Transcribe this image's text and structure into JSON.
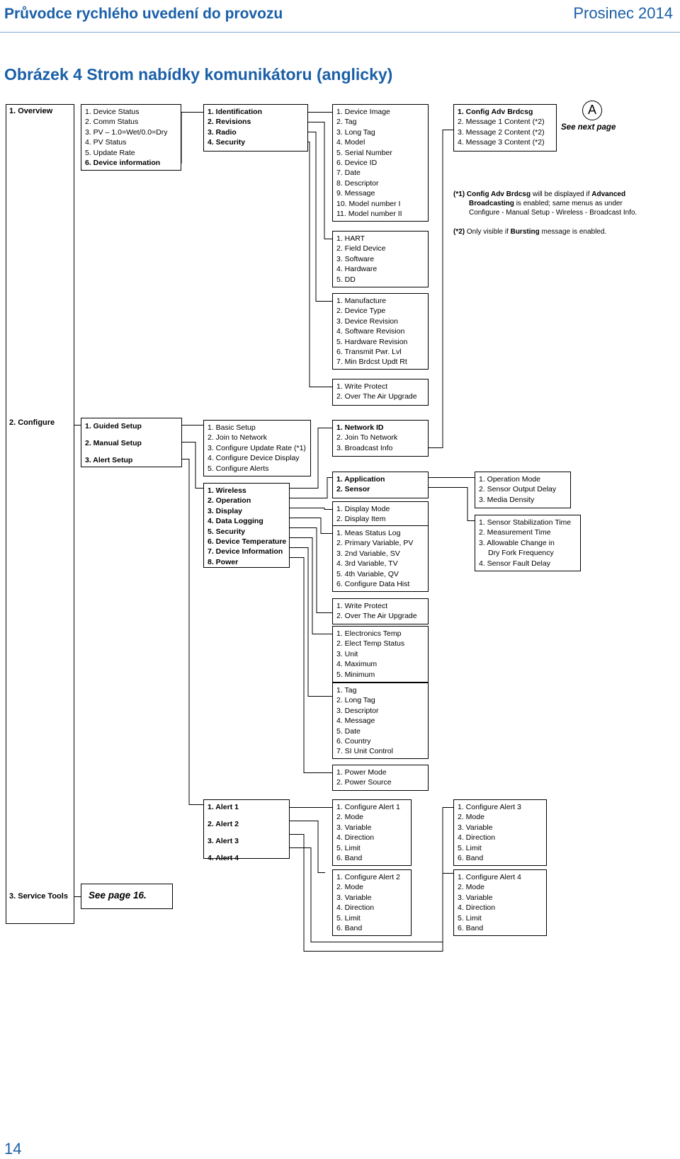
{
  "header": {
    "title": "Průvodce rychlého uvedení do provozu",
    "date": "Prosinec 2014"
  },
  "figure_title": "Obrázek 4 Strom nabídky komunikátoru (anglicky)",
  "page_number": "14",
  "overview": {
    "label": "1. Overview",
    "menu": [
      "1. Device Status",
      "2. Comm Status",
      "3. PV – 1.0=Wet/0.0=Dry",
      "4. PV Status",
      "5. Update Rate",
      "6. Device information"
    ],
    "device_info_menu": [
      "1. Identification",
      "2. Revisions",
      "3. Radio",
      "4. Security"
    ],
    "identification": [
      "1. Device Image",
      "2. Tag",
      "3. Long Tag",
      "4. Model",
      "5. Serial Number",
      "6. Device ID",
      "7. Date",
      "8. Descriptor",
      "9. Message",
      "10. Model number I",
      "11. Model number II"
    ],
    "revisions": [
      "1. HART",
      "2. Field Device",
      "3. Software",
      "4. Hardware",
      "5. DD"
    ],
    "radio": [
      "1. Manufacture",
      "2. Device Type",
      "3. Device Revision",
      "4. Software Revision",
      "5. Hardware Revision",
      "6. Transmit Pwr. Lvl",
      "7. Min Brdcst Updt Rt"
    ],
    "security": [
      "1. Write Protect",
      "2. Over The Air Upgrade"
    ]
  },
  "broadcast": {
    "menu": [
      "1. Config Adv Brdcsg",
      "2. Message 1 Content (*2)",
      "3. Message 2 Content (*2)",
      "4. Message 3 Content (*2)"
    ],
    "marker": "A",
    "see_next": "See next page"
  },
  "notes": {
    "n1_prefix": "(*1)",
    "n1_bold1": "Config Adv Brdcsg",
    "n1_text1": "will be displayed if",
    "n1_bold2": "Advanced",
    "n1_line2_bold": "Broadcasting",
    "n1_line2_text": "is enabled; same menus as under",
    "n1_line3": "Configure - Manual Setup - Wireless - Broadcast Info.",
    "n2_prefix": "(*2)",
    "n2_text1": "Only visible if",
    "n2_bold": "Bursting",
    "n2_text2": "message is enabled."
  },
  "configure": {
    "label": "2. Configure",
    "menu": [
      "1. Guided Setup",
      "2. Manual Setup",
      "3. Alert Setup"
    ],
    "guided": [
      "1. Basic Setup",
      "2. Join to Network",
      "3. Configure Update Rate (*1)",
      "4. Configure Device Display",
      "5. Configure Alerts"
    ],
    "manual": [
      "1. Wireless",
      "2. Operation",
      "3. Display",
      "4. Data Logging",
      "5. Security",
      "6. Device Temperature",
      "7. Device Information",
      "8. Power"
    ],
    "wireless": [
      "1. Network ID",
      "2. Join To Network",
      "3. Broadcast Info"
    ],
    "operation": [
      "1. Application",
      "2. Sensor"
    ],
    "application": [
      "1. Operation Mode",
      "2. Sensor Output Delay",
      "3. Media Density"
    ],
    "sensor": [
      "1. Sensor Stabilization Time",
      "2. Measurement Time",
      "3. Allowable Change in",
      "Dry Fork Frequency",
      "4. Sensor Fault Delay"
    ],
    "display": [
      "1. Display Mode",
      "2. Display Item"
    ],
    "data_logging": [
      "1. Meas Status Log",
      "2. Primary Variable, PV",
      "3. 2nd Variable, SV",
      "4. 3rd Variable, TV",
      "5. 4th Variable, QV",
      "6. Configure Data Hist"
    ],
    "security": [
      "1. Write Protect",
      "2. Over The Air Upgrade"
    ],
    "device_temperature": [
      "1. Electronics Temp",
      "2. Elect Temp Status",
      "3. Unit",
      "4. Maximum",
      "5. Minimum"
    ],
    "device_information": [
      "1. Tag",
      "2. Long Tag",
      "3. Descriptor",
      "4. Message",
      "5. Date",
      "6. Country",
      "7. SI Unit Control"
    ],
    "power": [
      "1. Power Mode",
      "2. Power Source"
    ],
    "alerts": [
      "1. Alert 1",
      "2. Alert 2",
      "3. Alert 3",
      "4. Alert 4"
    ],
    "alert1": [
      "1. Configure Alert 1",
      "2. Mode",
      "3. Variable",
      "4. Direction",
      "5. Limit",
      "6. Band"
    ],
    "alert2": [
      "1. Configure Alert 2",
      "2. Mode",
      "3. Variable",
      "4. Direction",
      "5. Limit",
      "6. Band"
    ],
    "alert3": [
      "1. Configure Alert 3",
      "2. Mode",
      "3. Variable",
      "4. Direction",
      "5. Limit",
      "6. Band"
    ],
    "alert4": [
      "1. Configure Alert 4",
      "2. Mode",
      "3. Variable",
      "4. Direction",
      "5. Limit",
      "6. Band"
    ]
  },
  "service_tools": {
    "label": "3. Service Tools",
    "see_page": "See page 16."
  }
}
